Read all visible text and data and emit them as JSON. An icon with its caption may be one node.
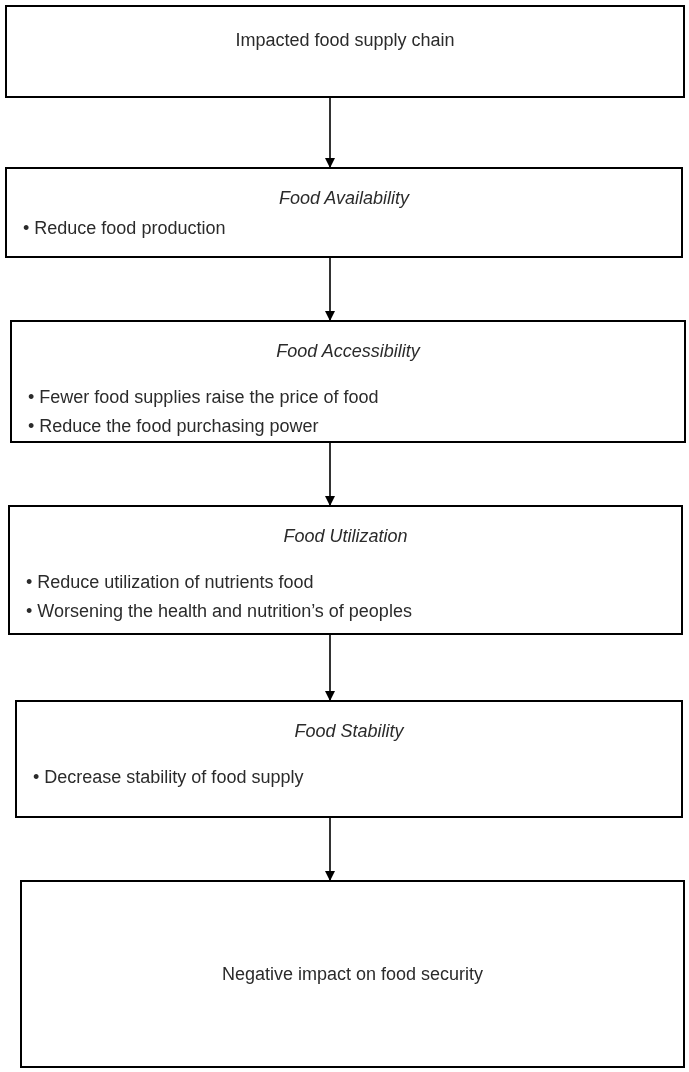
{
  "diagram": {
    "nodes": [
      {
        "text": [
          "Impacted food supply chain"
        ]
      },
      {
        "text": [
          "Food Availability",
          "• Reduce food production"
        ]
      },
      {
        "text": [
          "Food Accessibility",
          "• Fewer food supplies raise the price of food",
          "• Reduce the food purchasing power"
        ]
      },
      {
        "text": [
          "Food Utilization",
          "• Reduce utilization of nutrients food",
          "• Worsening the health and nutrition’s of peoples"
        ]
      },
      {
        "text": [
          "Food Stability",
          "• Decrease stability of food supply"
        ]
      },
      {
        "text": [
          "Negative impact on food security"
        ]
      }
    ],
    "edges": [
      {
        "from": 0,
        "to": 1,
        "arrow": "to"
      },
      {
        "from": 1,
        "to": 2,
        "arrow": "to"
      },
      {
        "from": 2,
        "to": 3,
        "arrow": "to"
      },
      {
        "from": 3,
        "to": 4,
        "arrow": "to"
      },
      {
        "from": 4,
        "to": 5,
        "arrow": "to"
      }
    ]
  }
}
